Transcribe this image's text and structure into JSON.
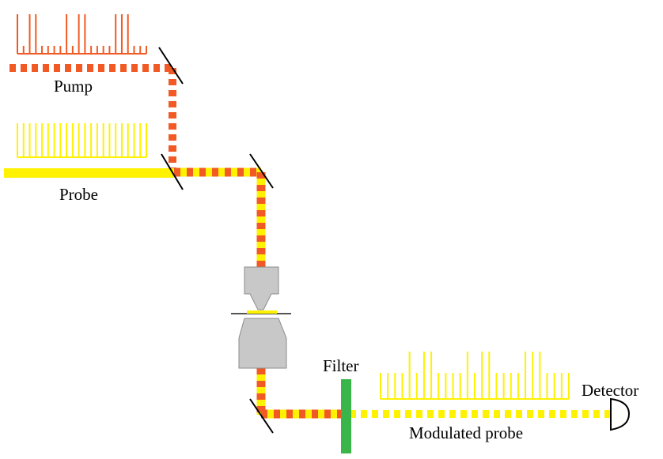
{
  "labels": {
    "pump": "Pump",
    "probe": "Probe",
    "filter": "Filter",
    "detector": "Detector",
    "modulated_probe": "Modulated probe"
  },
  "colors": {
    "pump": "#f15a24",
    "probe": "#fff200",
    "filter": "#39b54a",
    "objective_fill": "#c8c8c8",
    "objective_stroke": "#8c8c8c",
    "mirror": "#000000"
  },
  "pulse_trains": {
    "pump_heights": [
      1,
      0.2,
      1,
      1,
      0.2,
      0.2,
      0.2,
      0.2,
      1,
      0.2,
      1,
      1,
      0.2,
      0.2,
      0.2,
      0.2,
      1,
      1,
      1,
      0.2,
      0.2,
      0.2
    ],
    "probe_heights": [
      1,
      1,
      1,
      1,
      1,
      1,
      1,
      1,
      1,
      1,
      1,
      1,
      1,
      1,
      1,
      1,
      1,
      1,
      1,
      1,
      1,
      1
    ],
    "modulated_heights": [
      0.55,
      0.55,
      0.55,
      0.55,
      1,
      0.55,
      1,
      1,
      0.55,
      0.55,
      0.55,
      0.55,
      1,
      0.55,
      1,
      1,
      0.55,
      0.55,
      0.55,
      0.55,
      1,
      1,
      1,
      0.55,
      0.55,
      0.55,
      0.55
    ]
  }
}
